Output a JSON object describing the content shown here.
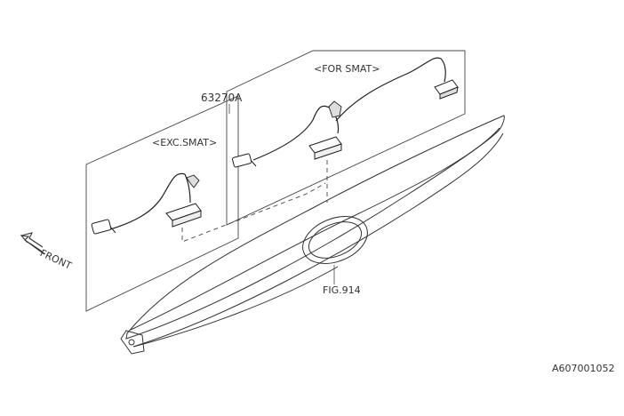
{
  "labels": {
    "part_number": "63270A",
    "exc_smat": "<EXC.SMAT>",
    "for_smat": "<FOR SMAT>",
    "fig_ref": "FIG.914",
    "front": "FRONT",
    "diagram_id": "A607001052"
  }
}
